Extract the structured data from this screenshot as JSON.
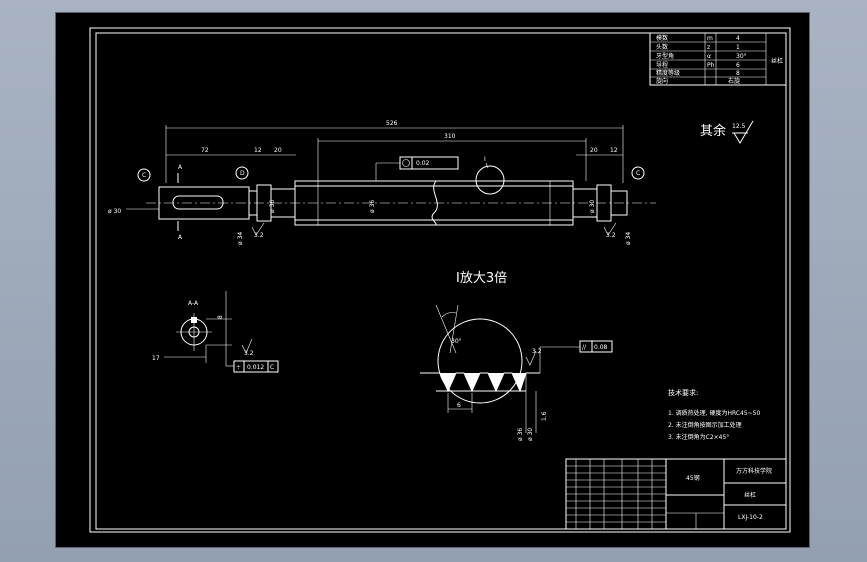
{
  "drawing": {
    "roughness_note": "其余",
    "roughness_value": "12.5",
    "detail_title": "I放大3倍",
    "detail_mark": "I",
    "dims": {
      "overall": "526",
      "thread_len": "310",
      "d72": "72",
      "d12a": "12",
      "d20a": "20",
      "d20b": "20",
      "d12b": "12",
      "key_dia": "ø 30",
      "neck_dia": "ø 34",
      "body_dia": "ø 36",
      "right_dia": "ø 30",
      "section_label": "A-A",
      "section_a": "A",
      "angle_30": "30°",
      "pitch_6": "6",
      "rough_32a": "3.2",
      "rough_32b": "3.2",
      "rough_32c": "3.2",
      "rough_32d": "3.2",
      "rough_16": "1.6",
      "tol_fc": "0.02",
      "tol_fd": "0.012",
      "tol_sym": "0.012",
      "tol_bottom": "0.08",
      "datum_c": "C",
      "datum_d": "D"
    },
    "tech_req": {
      "title": "技术要求:",
      "lines": [
        "1. 调质热处理, 硬度为HRC45~50",
        "2. 未注倒角按图示加工处理",
        "3. 未注倒角为C2×45°"
      ]
    },
    "param_table": {
      "rows": [
        [
          "模数",
          "m",
          "4"
        ],
        [
          "头数",
          "z",
          "1"
        ],
        [
          "牙型角",
          "α",
          "30°"
        ],
        [
          "导程",
          "Ph",
          "6"
        ],
        [
          "精度等级",
          "",
          "8"
        ],
        [
          "旋向",
          "",
          "右旋"
        ]
      ],
      "side_label": "丝杠"
    },
    "title_block": {
      "school": "万方科技学院",
      "part_name": "丝杠",
      "material": "45钢",
      "drawing_no": "LXJ-10-2"
    }
  }
}
